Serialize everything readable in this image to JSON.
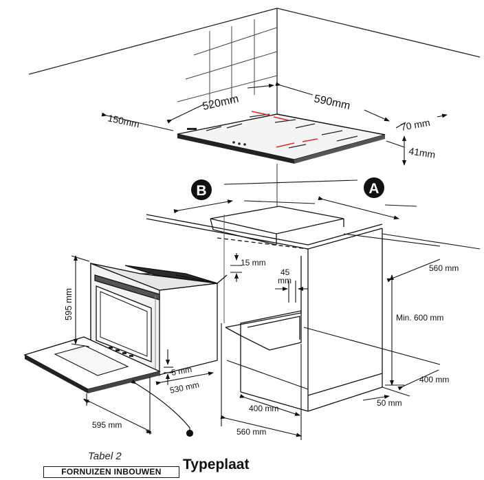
{
  "markers": {
    "a": "A",
    "b": "B"
  },
  "hob": {
    "depth_left": "150mm",
    "width": "520mm",
    "depth": "590mm",
    "depth_right": "70 mm",
    "thickness": "41mm"
  },
  "cabinet": {
    "depth": "560 mm",
    "min_height": "Min. 600 mm",
    "inner_depth": "400 mm",
    "plinth": "50 mm",
    "bottom_inner": "400 mm",
    "bottom_width": "560 mm",
    "gap_top": "15 mm",
    "gap_side_value": "45",
    "gap_side_unit": "mm"
  },
  "oven": {
    "height": "595 mm",
    "width": "595 mm",
    "depth": "530 mm",
    "foot": "5 mm"
  },
  "footer": {
    "table_label": "Tabel 2",
    "section_title": "FORNUIZEN INBOUWEN",
    "rating_plate": "Typeplaat"
  }
}
